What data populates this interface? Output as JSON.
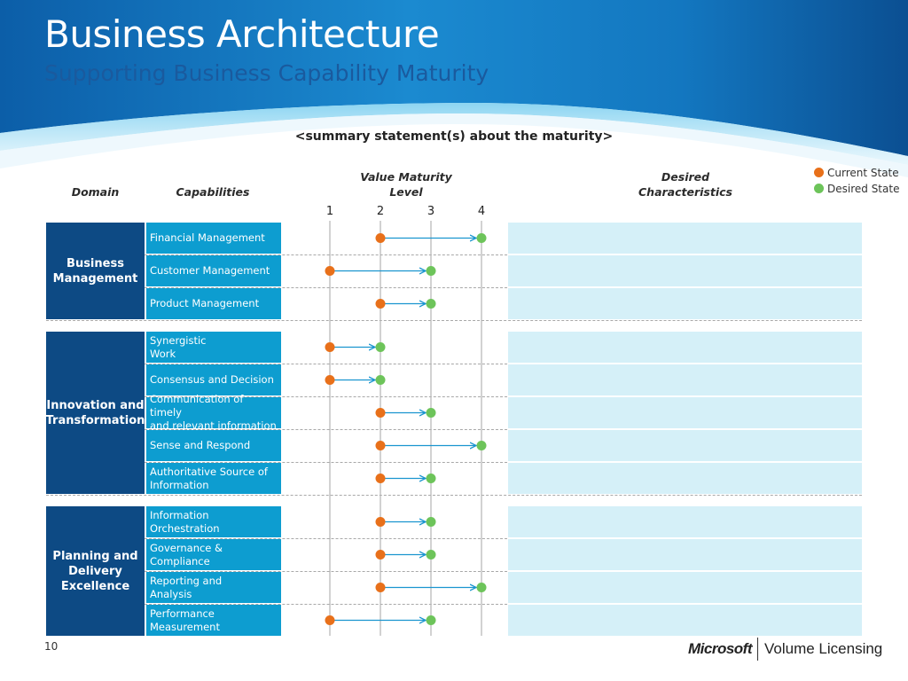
{
  "header": {
    "title": "Business Architecture",
    "subtitle": "Supporting Business Capability Maturity"
  },
  "summary": "<summary statement(s) about the maturity>",
  "columns": {
    "domain": "Domain",
    "capabilities": "Capabilities",
    "value_maturity_line1": "Value Maturity",
    "value_maturity_line2": "Level",
    "desired_line1": "Desired",
    "desired_line2": "Characteristics"
  },
  "legend": {
    "current": "Current State",
    "desired": "Desired State",
    "current_color": "#e8701a",
    "desired_color": "#6dc45a"
  },
  "levels": [
    "1",
    "2",
    "3",
    "4"
  ],
  "groups": [
    {
      "name_lines": [
        "Business",
        "Management"
      ],
      "capabilities": [
        {
          "lines": [
            "Financial Management"
          ],
          "current": 2,
          "desired": 4
        },
        {
          "lines": [
            "Customer Management"
          ],
          "current": 1,
          "desired": 3
        },
        {
          "lines": [
            "Product Management"
          ],
          "current": 2,
          "desired": 3
        }
      ]
    },
    {
      "name_lines": [
        "Innovation and",
        "Transformation"
      ],
      "capabilities": [
        {
          "lines": [
            "Synergistic",
            "Work"
          ],
          "current": 1,
          "desired": 2
        },
        {
          "lines": [
            "Consensus and Decision"
          ],
          "current": 1,
          "desired": 2
        },
        {
          "lines": [
            "Communication of timely",
            "and relevant information"
          ],
          "current": 2,
          "desired": 3
        },
        {
          "lines": [
            "Sense and Respond"
          ],
          "current": 2,
          "desired": 4
        },
        {
          "lines": [
            "Authoritative Source of",
            "Information"
          ],
          "current": 2,
          "desired": 3
        }
      ]
    },
    {
      "name_lines": [
        "Planning and",
        "Delivery",
        "Excellence"
      ],
      "capabilities": [
        {
          "lines": [
            "Information",
            "Orchestration"
          ],
          "current": 2,
          "desired": 3
        },
        {
          "lines": [
            "Governance &",
            "Compliance"
          ],
          "current": 2,
          "desired": 3
        },
        {
          "lines": [
            "Reporting and",
            "Analysis"
          ],
          "current": 2,
          "desired": 4
        },
        {
          "lines": [
            "Performance",
            "Measurement"
          ],
          "current": 1,
          "desired": 3
        }
      ]
    }
  ],
  "page_number": "10",
  "footer": {
    "brand": "Microsoft",
    "product": "Volume Licensing"
  }
}
